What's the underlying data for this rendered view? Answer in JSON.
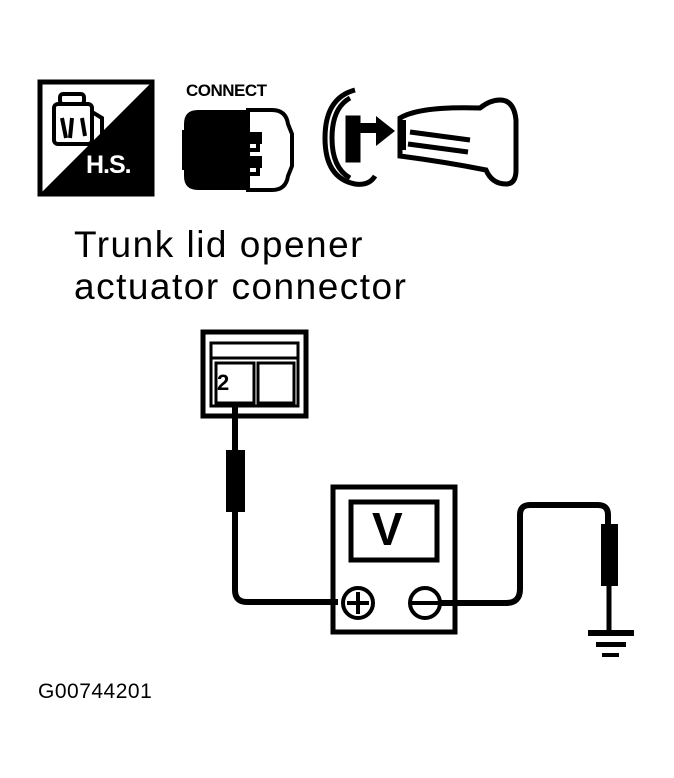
{
  "icons": {
    "harness_side": {
      "name": "harness-side-icon",
      "label": "H.S."
    },
    "connect": {
      "name": "connect-icon",
      "label": "CONNECT"
    },
    "ignition_key": {
      "name": "ignition-key-off-icon"
    }
  },
  "title": {
    "line1": "Trunk lid opener",
    "line2": "actuator connector"
  },
  "connector": {
    "pin": "2"
  },
  "meter": {
    "label": "V",
    "positive": "+",
    "negative": "−"
  },
  "figure_id": "G00744201",
  "colors": {
    "ink": "#000000",
    "paper": "#ffffff"
  }
}
